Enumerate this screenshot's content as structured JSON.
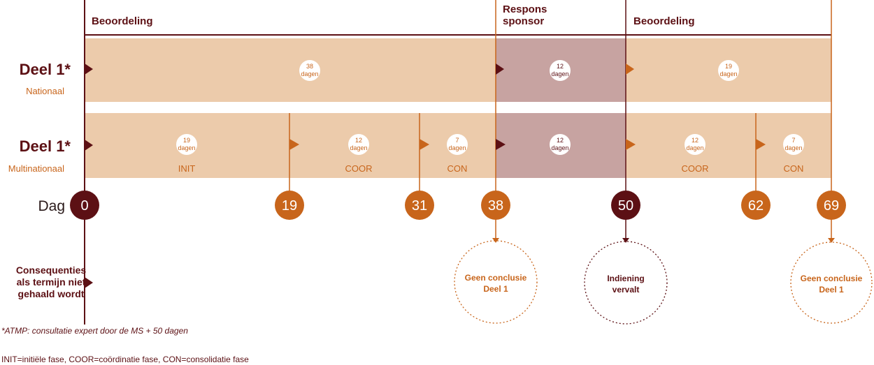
{
  "colors": {
    "dark": "#5c1014",
    "orange": "#c8651b",
    "light_band": "#eccbab",
    "sponsor_band": "#c7a3a1",
    "white": "#ffffff"
  },
  "headers": [
    {
      "id": "beoordeling-1",
      "label": "Beoordeling"
    },
    {
      "id": "respons",
      "label_line1": "Respons",
      "label_line2": "sponsor"
    },
    {
      "id": "beoordeling-2",
      "label": "Beoordeling"
    }
  ],
  "rows": [
    {
      "title": "Deel 1*",
      "subtitle": "Nationaal",
      "durations": [
        {
          "value": "38",
          "unit": "dagen"
        },
        {
          "value": "12",
          "unit": "dagen"
        },
        {
          "value": "19",
          "unit": "dagen"
        }
      ],
      "phases": []
    },
    {
      "title": "Deel 1*",
      "subtitle": "Multinationaal",
      "durations": [
        {
          "value": "19",
          "unit": "dagen"
        },
        {
          "value": "12",
          "unit": "dagen"
        },
        {
          "value": "7",
          "unit": "dagen"
        },
        {
          "value": "12",
          "unit": "dagen"
        },
        {
          "value": "12",
          "unit": "dagen"
        },
        {
          "value": "7",
          "unit": "dagen"
        }
      ],
      "phases": [
        "INIT",
        "COOR",
        "CON",
        "COOR",
        "CON"
      ]
    }
  ],
  "timeline": {
    "label": "Dag",
    "days": [
      "0",
      "19",
      "31",
      "38",
      "50",
      "62",
      "69"
    ]
  },
  "consequences": {
    "label_lines": [
      "Consequenties",
      "als termijn niet",
      "gehaald wordt"
    ],
    "outcomes": [
      {
        "day": "38",
        "lines": [
          "Geen conclusie",
          "Deel 1"
        ]
      },
      {
        "day": "50",
        "lines": [
          "Indiening",
          "vervalt"
        ]
      },
      {
        "day": "69",
        "lines": [
          "Geen conclusie",
          "Deel 1"
        ]
      }
    ]
  },
  "footnotes": {
    "atmp": "*ATMP: consultatie expert door de MS + 50 dagen",
    "legend": "INIT=initiële fase, COOR=coördinatie fase, CON=consolidatie fase"
  }
}
